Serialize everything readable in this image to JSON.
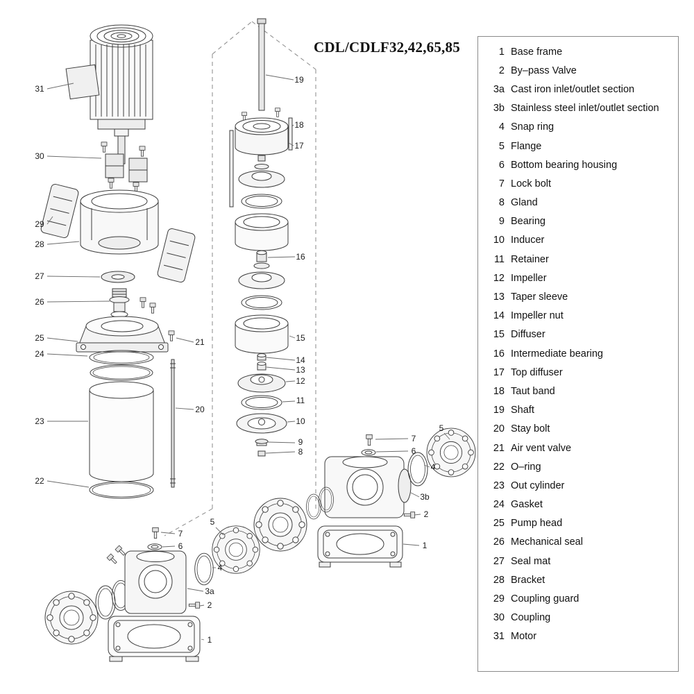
{
  "title": "CDL/CDLF32,42,65,85",
  "parts_list": {
    "parts": [
      {
        "num": "1",
        "name": "Base frame"
      },
      {
        "num": "2",
        "name": "By–pass Valve"
      },
      {
        "num": "3a",
        "name": "Cast iron inlet/outlet section"
      },
      {
        "num": "3b",
        "name": "Stainless steel inlet/outlet section"
      },
      {
        "num": "4",
        "name": "Snap ring"
      },
      {
        "num": "5",
        "name": "Flange"
      },
      {
        "num": "6",
        "name": "Bottom bearing housing"
      },
      {
        "num": "7",
        "name": "Lock bolt"
      },
      {
        "num": "8",
        "name": "Gland"
      },
      {
        "num": "9",
        "name": "Bearing"
      },
      {
        "num": "10",
        "name": "Inducer"
      },
      {
        "num": "11",
        "name": "Retainer"
      },
      {
        "num": "12",
        "name": "Impeller"
      },
      {
        "num": "13",
        "name": "Taper sleeve"
      },
      {
        "num": "14",
        "name": "Impeller nut"
      },
      {
        "num": "15",
        "name": "Diffuser"
      },
      {
        "num": "16",
        "name": "Intermediate bearing"
      },
      {
        "num": "17",
        "name": "Top diffuser"
      },
      {
        "num": "18",
        "name": "Taut band"
      },
      {
        "num": "19",
        "name": "Shaft"
      },
      {
        "num": "20",
        "name": "Stay bolt"
      },
      {
        "num": "21",
        "name": "Air vent valve"
      },
      {
        "num": "22",
        "name": "O–ring"
      },
      {
        "num": "23",
        "name": "Out cylinder"
      },
      {
        "num": "24",
        "name": "Gasket"
      },
      {
        "num": "25",
        "name": "Pump head"
      },
      {
        "num": "26",
        "name": "Mechanical seal"
      },
      {
        "num": "27",
        "name": "Seal mat"
      },
      {
        "num": "28",
        "name": "Bracket"
      },
      {
        "num": "29",
        "name": "Coupling guard"
      },
      {
        "num": "30",
        "name": "Coupling"
      },
      {
        "num": "31",
        "name": "Motor"
      }
    ]
  },
  "callouts": {
    "n1": "1",
    "n2": "2",
    "n3a": "3a",
    "n3b": "3b",
    "n4": "4",
    "n5": "5",
    "n6": "6",
    "n7": "7",
    "n8": "8",
    "n9": "9",
    "n10": "10",
    "n11": "11",
    "n12": "12",
    "n13": "13",
    "n14": "14",
    "n15": "15",
    "n16": "16",
    "n17": "17",
    "n18": "18",
    "n19": "19",
    "n20": "20",
    "n21": "21",
    "n22": "22",
    "n23": "23",
    "n24": "24",
    "n25": "25",
    "n26": "26",
    "n27": "27",
    "n28": "28",
    "n29": "29",
    "n30": "30",
    "n31": "31"
  },
  "colors": {
    "line": "#3c3c3c",
    "panel_border": "#8a8a8a",
    "text": "#111111",
    "background": "#ffffff"
  }
}
